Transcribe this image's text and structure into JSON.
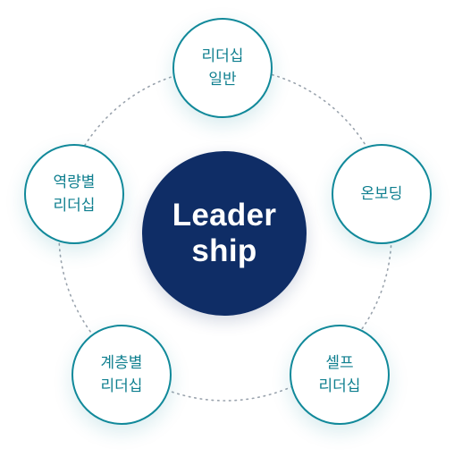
{
  "center": {
    "label": "Leader\nship"
  },
  "nodes": [
    {
      "label": "리더십\n일반"
    },
    {
      "label": "온보딩"
    },
    {
      "label": "셀프\n리더십"
    },
    {
      "label": "계층별\n리더십"
    },
    {
      "label": "역량별\n리더십"
    }
  ],
  "colors": {
    "center_fill": "#0f2d66",
    "node_border": "#11899a",
    "node_text": "#0f7f8f",
    "ring_dots": "#9aa3ad"
  }
}
